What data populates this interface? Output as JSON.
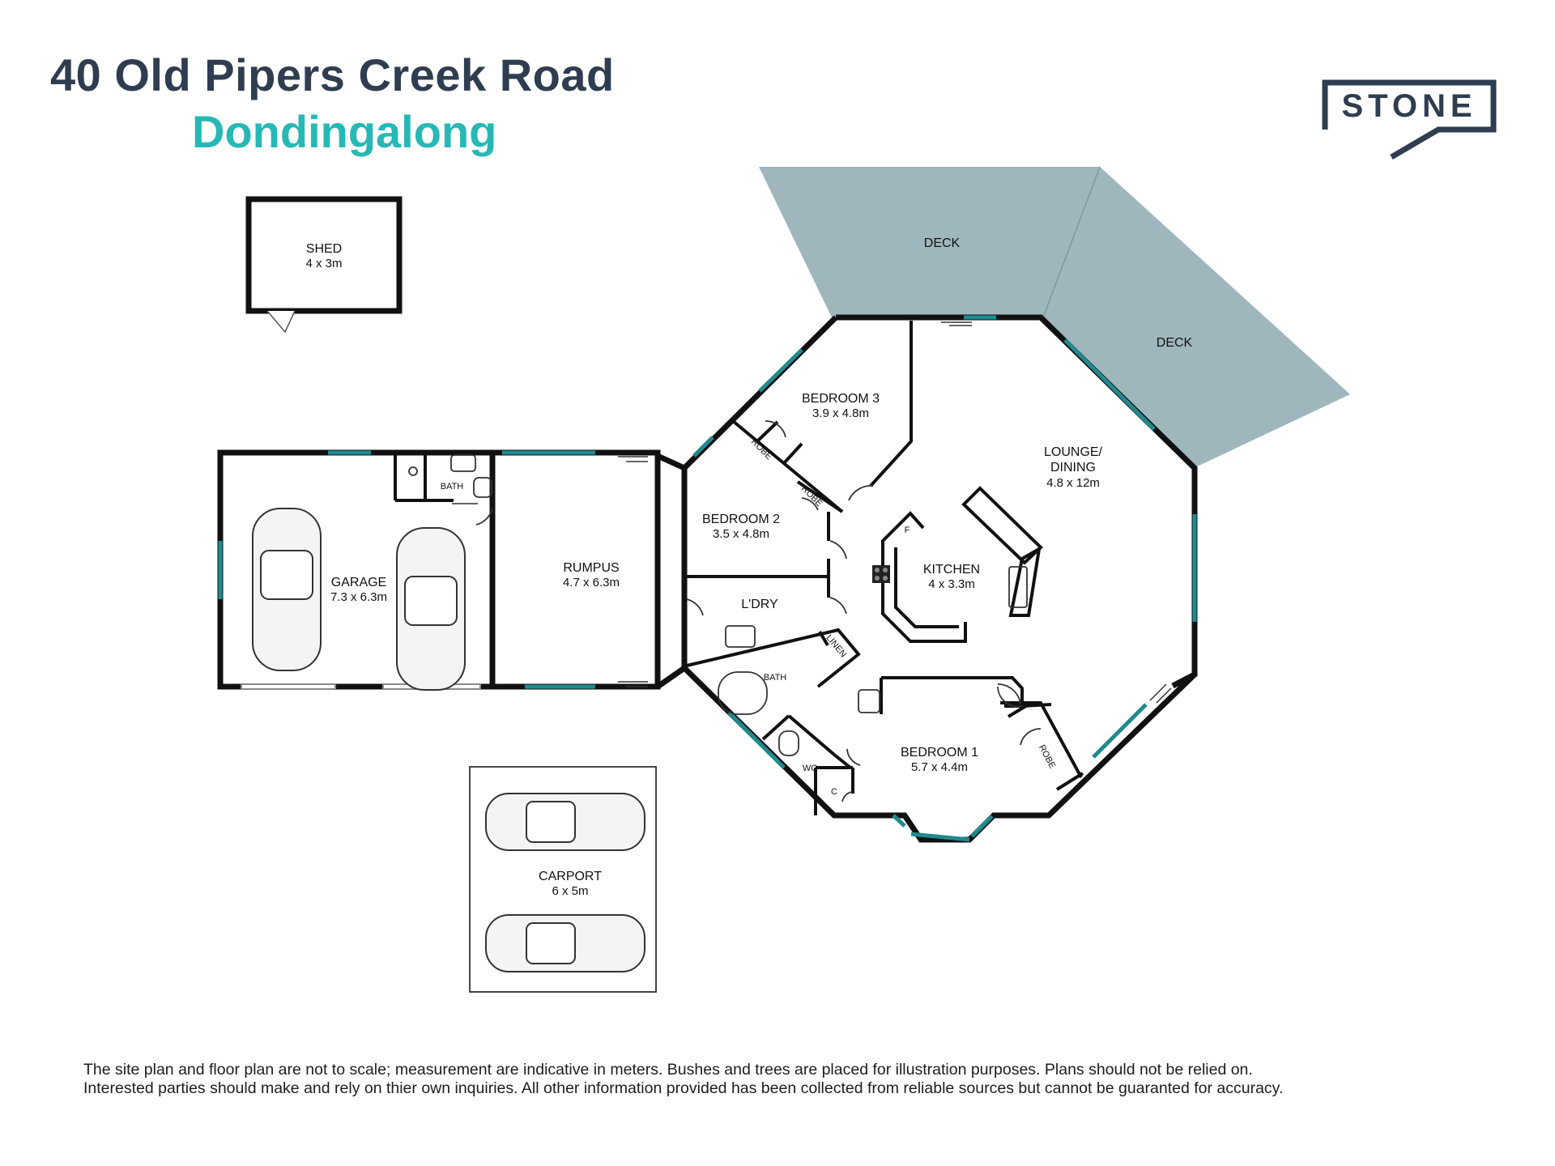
{
  "header": {
    "address": "40 Old Pipers Creek Road",
    "suburb": "Dondingalong"
  },
  "logo": {
    "text": "STONE",
    "color": "#2f3d50"
  },
  "colors": {
    "deck": "#9fb6bd",
    "window": "#1f8a8f",
    "wall": "#111111",
    "title": "#2f3d50",
    "accent": "#27b8b5"
  },
  "rooms": {
    "shed": {
      "name": "SHED",
      "size": "4 x 3m"
    },
    "deck_north": {
      "name": "DECK"
    },
    "deck_east": {
      "name": "DECK"
    },
    "bedroom3": {
      "name": "BEDROOM 3",
      "size": "3.9 x 4.8m"
    },
    "robe_b3": {
      "name": "ROBE"
    },
    "robe_b2": {
      "name": "ROBE"
    },
    "lounge": {
      "name1": "LOUNGE/",
      "name2": "DINING",
      "size": "4.8 x 12m"
    },
    "bedroom2": {
      "name": "BEDROOM 2",
      "size": "3.5 x 4.8m"
    },
    "kitchen": {
      "name": "KITCHEN",
      "size": "4 x 3.3m",
      "fridge": "F"
    },
    "bath_garage": {
      "name": "BATH"
    },
    "rumpus": {
      "name": "RUMPUS",
      "size": "4.7 x 6.3m"
    },
    "garage": {
      "name": "GARAGE",
      "size": "7.3 x 6.3m"
    },
    "laundry": {
      "name": "L'DRY"
    },
    "linen": {
      "name": "LINEN"
    },
    "bath_main": {
      "name": "BATH"
    },
    "wc": {
      "name": "WC"
    },
    "cupboard": {
      "name": "C"
    },
    "bedroom1": {
      "name": "BEDROOM 1",
      "size": "5.7 x 4.4m"
    },
    "robe_b1": {
      "name": "ROBE"
    },
    "carport": {
      "name": "CARPORT",
      "size": "6 x 5m"
    }
  },
  "footer": {
    "line1": "The site plan and floor plan are not to scale; measurement are indicative in meters. Bushes and trees are placed for illustration purposes. Plans should not be relied on.",
    "line2": "Interested parties should make and rely on thier own inquiries. All other information provided has been collected from reliable sources but cannot be guaranted for accuracy."
  }
}
